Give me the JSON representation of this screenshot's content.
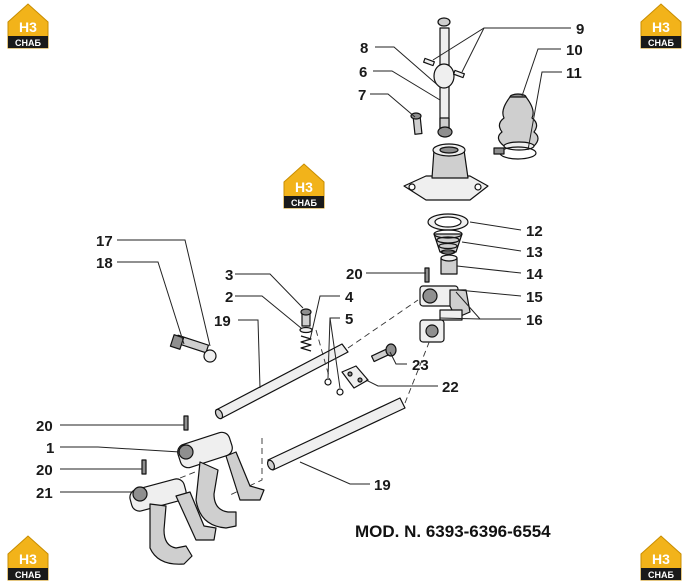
{
  "logo": {
    "mark": "H3",
    "text": "СНАБ",
    "color": "#f2b31a"
  },
  "caption": "MOD. N. 6393-6396-6554",
  "labels": [
    "1",
    "2",
    "3",
    "4",
    "5",
    "6",
    "7",
    "8",
    "9",
    "10",
    "11",
    "12",
    "13",
    "14",
    "15",
    "16",
    "17",
    "18",
    "19",
    "19",
    "20",
    "20",
    "20",
    "21",
    "22",
    "23"
  ]
}
